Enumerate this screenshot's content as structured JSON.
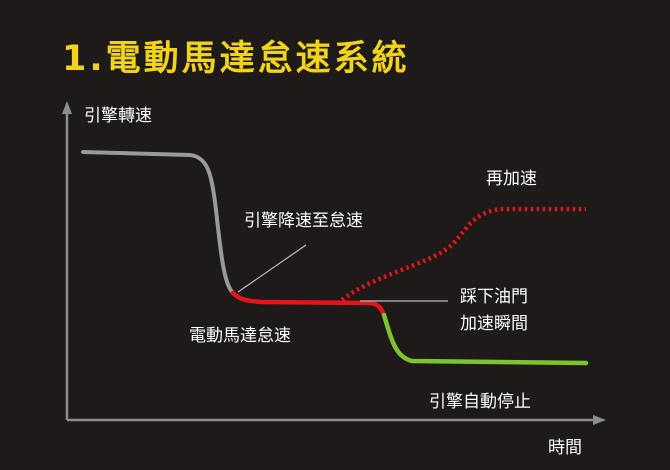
{
  "title": "1.電動馬達怠速系統",
  "labels": {
    "y_axis": "引擎轉速",
    "x_axis": "時間",
    "engine_slow": "引擎降速至怠速",
    "motor_idle": "電動馬達怠速",
    "reaccelerate": "再加速",
    "press_gas_line1": "踩下油門",
    "press_gas_line2": "加速瞬間",
    "engine_stop": "引擎自動停止"
  },
  "colors": {
    "background": "#1e1a19",
    "title": "#f2d31b",
    "axis": "#8d8d8d",
    "engine_curve": "#9a9a9a",
    "motor_segment": "#e3141c",
    "reaccelerate_dotted": "#e3141c",
    "stopped_segment": "#7cc42c",
    "text": "#ffffff",
    "leader_line": "#bdbdbd"
  }
}
